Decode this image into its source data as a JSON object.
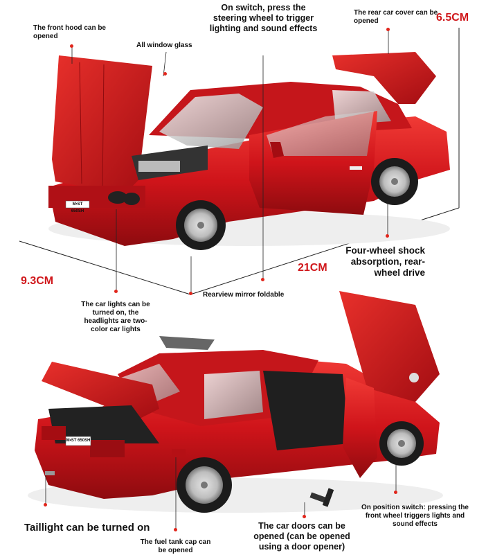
{
  "labels": {
    "front_hood": "The front hood can be opened",
    "window_glass": "All window glass",
    "on_switch": "On switch, press the steering wheel to trigger lighting and sound effects",
    "rear_cover": "The rear car cover can be opened",
    "shock": "Four-wheel shock absorption, rear-wheel drive",
    "mirror": "Rearview mirror foldable",
    "car_lights": "The car lights can be turned on, the headlights are two-color car lights",
    "taillight": "Taillight can be turned on",
    "fuel_cap": "The fuel tank cap can be opened",
    "doors": "The car doors can be opened (can be opened using a door opener)",
    "position_switch": "On position switch: pressing the front wheel triggers lights and sound effects"
  },
  "dimensions": {
    "height": "6.5CM",
    "length": "21CM",
    "width": "9.3CM"
  },
  "plates": {
    "front": "M•ST 650SH",
    "rear": "M•ST 650SH"
  },
  "colors": {
    "accent": "#d0181c",
    "car_red": "#d11a1f",
    "dot": "#e1251b"
  }
}
